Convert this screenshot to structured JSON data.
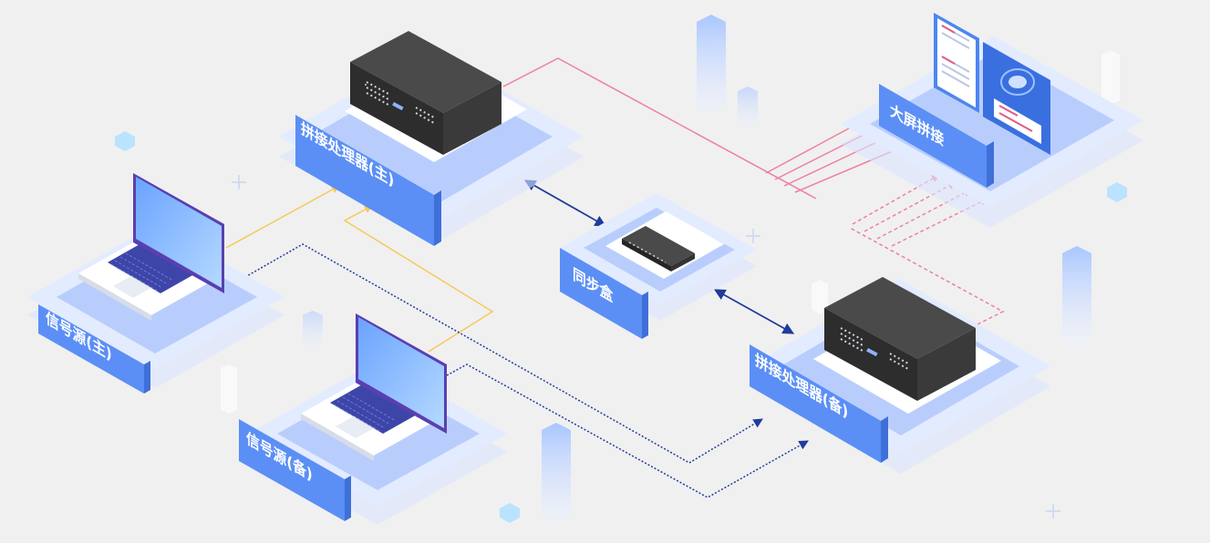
{
  "nodes": {
    "processor_main": "拼接处理器(主)",
    "processor_backup": "拼接处理器(备)",
    "sync_box": "同步盒",
    "video_wall": "大屏拼接",
    "source_main": "信号源(主)",
    "source_backup": "信号源(备)"
  },
  "colors": {
    "platform_top": "#e3ebff",
    "platform_inner": "#b9cdfd",
    "label_face": "#5b8ff5",
    "line_pink": "#ee7fa3",
    "line_yellow": "#f7c95a",
    "line_navy": "#1f3c99"
  }
}
